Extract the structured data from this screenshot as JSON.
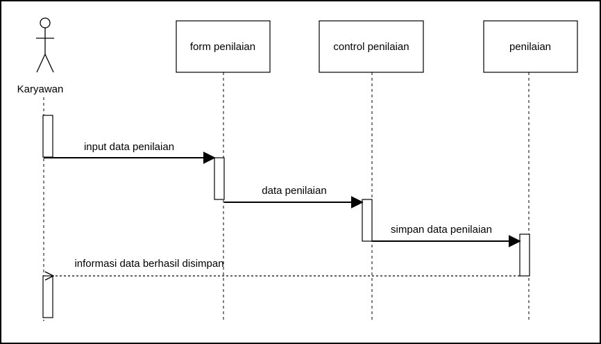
{
  "diagram": {
    "type": "sequence",
    "actor": {
      "id": "karyawan",
      "label": "Karyawan"
    },
    "objects": [
      {
        "id": "form",
        "label": "form penilaian"
      },
      {
        "id": "control",
        "label": "control penilaian"
      },
      {
        "id": "penilaian",
        "label": "penilaian"
      }
    ],
    "messages": [
      {
        "from": "karyawan",
        "to": "form",
        "label": "input data penilaian",
        "style": "solid"
      },
      {
        "from": "form",
        "to": "control",
        "label": "data penilaian",
        "style": "solid"
      },
      {
        "from": "control",
        "to": "penilaian",
        "label": "simpan data penilaian",
        "style": "solid"
      },
      {
        "from": "penilaian",
        "to": "karyawan",
        "label": "informasi data berhasil disimpan",
        "style": "dashed-return"
      }
    ]
  }
}
